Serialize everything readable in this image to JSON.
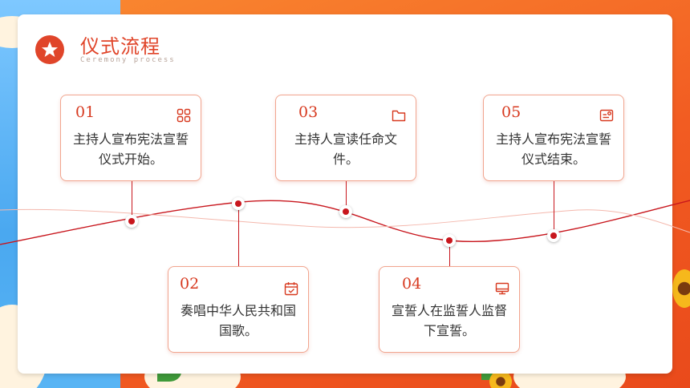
{
  "header": {
    "title": "仪式流程",
    "subtitle": "Ceremony process"
  },
  "steps": [
    {
      "num": "01",
      "text": "主持人宣布宪法宣誓仪式开始。",
      "icon": "grid-icon"
    },
    {
      "num": "02",
      "text": "奏唱中华人民共和国国歌。",
      "icon": "calendar-check-icon"
    },
    {
      "num": "03",
      "text": "主持人宣读任命文件。",
      "icon": "folder-icon"
    },
    {
      "num": "04",
      "text": "宣誓人在监誓人监督下宣誓。",
      "icon": "monitor-icon"
    },
    {
      "num": "05",
      "text": "主持人宣布宪法宣誓仪式结束。",
      "icon": "certificate-icon"
    }
  ],
  "colors": {
    "accent": "#d7391f",
    "line": "#c8161d",
    "card_border": "#f1a58f"
  }
}
